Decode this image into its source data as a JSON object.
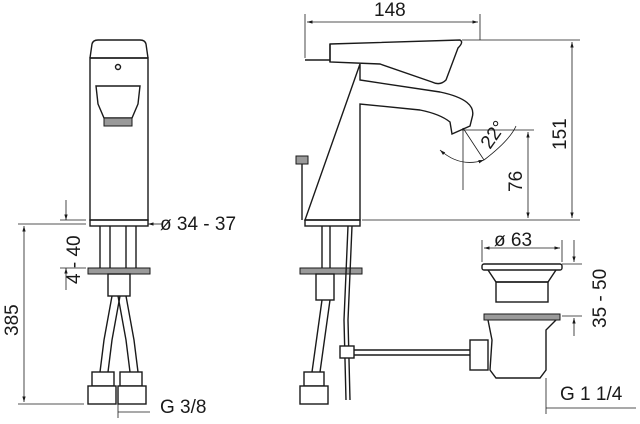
{
  "dimensions": {
    "width": "148",
    "height": "151",
    "spout_angle": "22°",
    "spout_height": "76",
    "hole_diameter": "ø 34 - 37",
    "deck_thickness": "4 - 40",
    "hose_length": "385",
    "hose_thread": "G 3/8",
    "drain_diameter": "ø 63",
    "drain_depth": "35 - 50",
    "drain_thread": "G 1 1/4"
  }
}
